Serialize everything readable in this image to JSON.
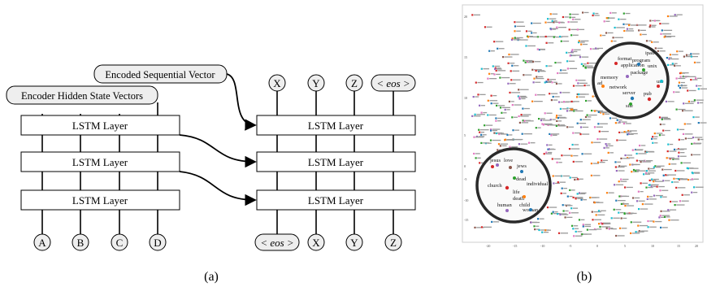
{
  "panel_a": {
    "caption": "(a)",
    "encoded_vector_label": "Encoded Sequential Vector",
    "hidden_state_label": "Encoder Hidden State Vectors",
    "encoder_layers": [
      "LSTM Layer",
      "LSTM Layer",
      "LSTM Layer"
    ],
    "decoder_layers": [
      "LSTM Layer",
      "LSTM Layer",
      "LSTM Layer"
    ],
    "encoder_inputs": [
      "A",
      "B",
      "C",
      "D"
    ],
    "decoder_inputs": [
      "< eos >",
      "X",
      "Y",
      "Z"
    ],
    "decoder_outputs": [
      "X",
      "Y",
      "Z",
      "< eos >"
    ]
  },
  "panel_b": {
    "caption": "(b)",
    "cluster_1_words": [
      "ipad",
      "format",
      "program",
      "application",
      "unix",
      "memory",
      "package",
      "network",
      "server",
      "pub",
      "site",
      "use",
      "ad"
    ],
    "cluster_2_words": [
      "jesus",
      "love",
      "jews",
      "dead",
      "individual",
      "church",
      "life",
      "death",
      "human",
      "child",
      "woman"
    ],
    "axis_ticks_x": [
      "-20",
      "-15",
      "-10",
      "-5",
      "0",
      "5",
      "10",
      "15",
      "20"
    ],
    "axis_ticks_y": [
      "20",
      "15",
      "10",
      "5",
      "0",
      "-5",
      "-10",
      "-15"
    ],
    "colors": {
      "circle": "#2a2a2a",
      "point_palette": [
        "#d62728",
        "#1f77b4",
        "#2ca02c",
        "#9467bd",
        "#ff7f0e",
        "#8c564b",
        "#17becf",
        "#e377c2"
      ]
    }
  }
}
